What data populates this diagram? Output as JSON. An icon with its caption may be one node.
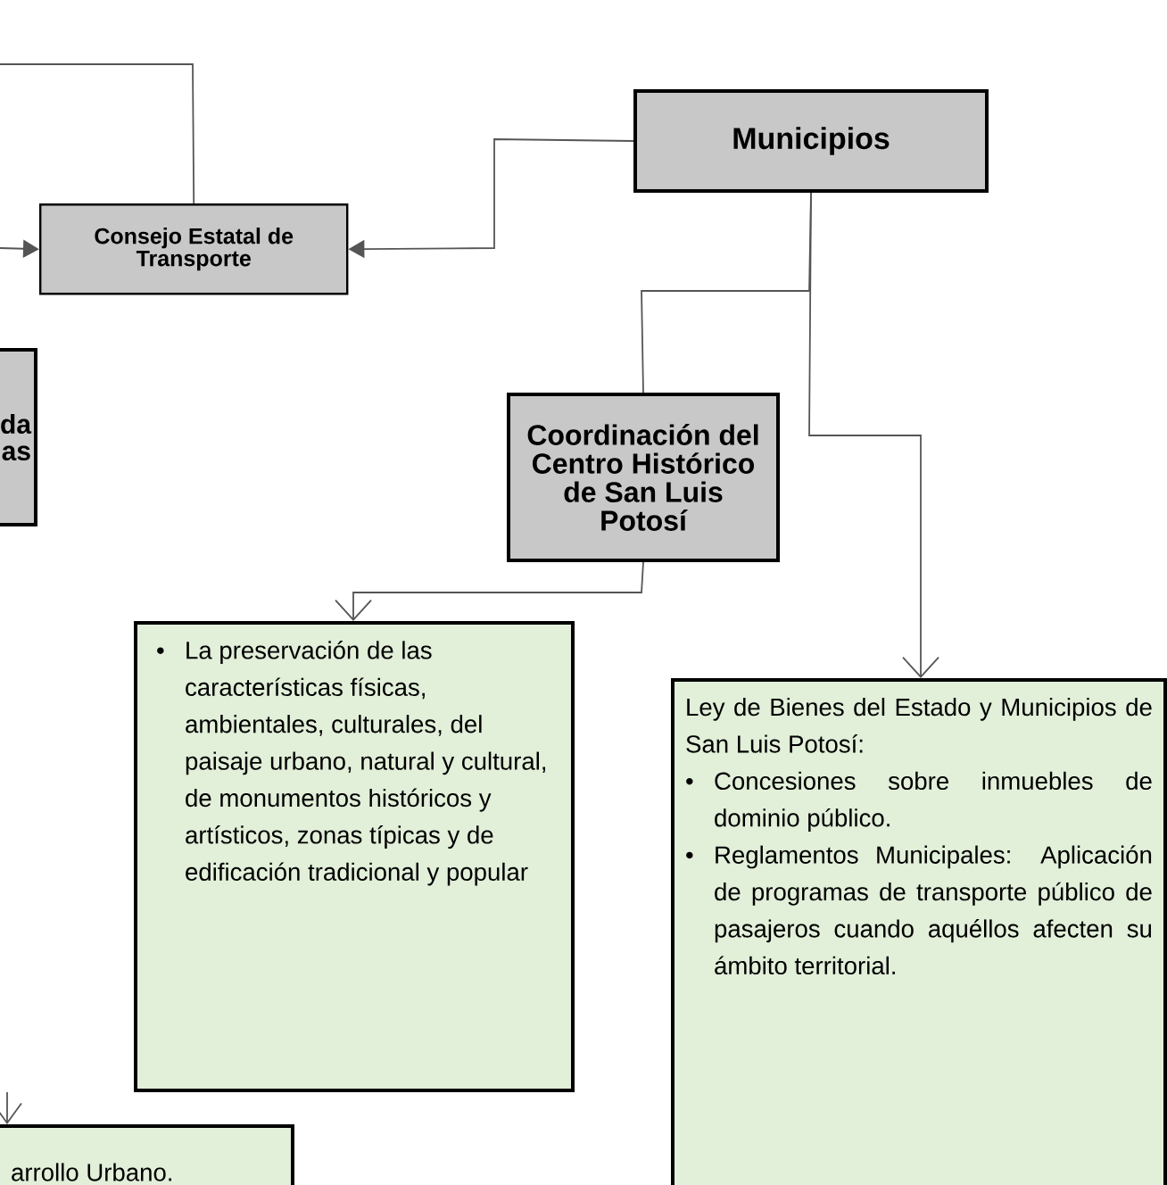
{
  "diagram": {
    "nodes": [
      {
        "text": [
          "Municipios"
        ]
      },
      {
        "text": [
          "Consejo Estatal de Transporte"
        ]
      },
      {
        "text": [
          "da as"
        ]
      },
      {
        "text": [
          "Coordinación del Centro Histórico de San Luis Potosí"
        ]
      },
      {
        "text": [
          "La preservación de las características físicas, ambientales, culturales, del paisaje urbano, natural y cultural, de monumentos históricos y artísticos, zonas típicas y de edificación tradicional y popular"
        ]
      },
      {
        "text": [
          "Ley de Bienes del Estado y Municipios de San Luis Potosí:",
          "Concesiones sobre inmuebles de dominio público.",
          "Reglamentos Municipales: Aplicación de programas de transporte público de pasajeros cuando aquéllos afecten su ámbito territorial."
        ]
      },
      {
        "text": [
          "arrollo Urbano."
        ]
      }
    ],
    "edges": [
      {
        "from": 0,
        "to": 1,
        "arrow": "to"
      },
      {
        "from": null,
        "to": 1,
        "arrow": "to"
      },
      {
        "from": 1,
        "to": null,
        "arrow": "none"
      },
      {
        "from": 0,
        "to": 3,
        "arrow": "none"
      },
      {
        "from": 0,
        "to": 5,
        "arrow": "to"
      },
      {
        "from": 3,
        "to": 4,
        "arrow": "to"
      },
      {
        "from": null,
        "to": 6,
        "arrow": "to"
      }
    ],
    "labels": [
      "•",
      "•",
      "•"
    ]
  }
}
